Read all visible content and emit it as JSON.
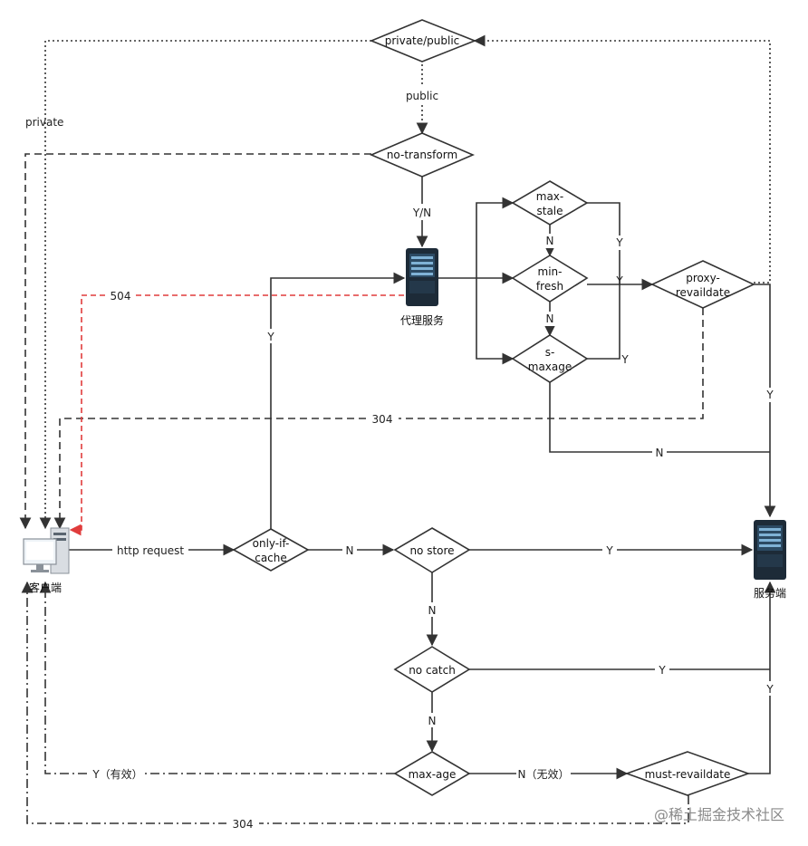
{
  "nodes": {
    "private_public": "private/public",
    "no_transform": "no-transform",
    "max_stale": [
      "max-",
      "stale"
    ],
    "min_fresh": [
      "min-",
      "fresh"
    ],
    "s_maxage": [
      "s-",
      "maxage"
    ],
    "proxy_revalidate": [
      "proxy-",
      "revaildate"
    ],
    "only_if_cache": [
      "only-if-",
      "cache"
    ],
    "no_store": "no store",
    "no_catch": "no catch",
    "max_age": "max-age",
    "must_revalidate": "must-revaildate"
  },
  "devices": {
    "proxy": "代理服务",
    "client": "客户端",
    "server": "服务端"
  },
  "edge_labels": {
    "public": "public",
    "private": "private",
    "yn": "Y/N",
    "c504": "504",
    "c304_top": "304",
    "c304_bottom": "304",
    "http_request": "http request",
    "y_only_cache": "Y",
    "n_only_cache": "N",
    "y_no_store": "Y",
    "n_no_store": "N",
    "y_no_catch": "Y",
    "n_no_catch": "N",
    "y_max_age": "Y（有效）",
    "n_max_age": "N（无效）",
    "y_must": "Y",
    "n_max_stale": "N",
    "n_min_fresh": "N",
    "y_max_stale": "Y",
    "y_min_fresh": "Y",
    "y_s_maxage": "Y",
    "y_proxy": "Y",
    "n_s_maxage": "N"
  },
  "watermark": "@稀土掘金技术社区",
  "colors": {
    "line": "#333333",
    "error": "#e03c3c",
    "device_dark": "#1d2b38",
    "device_screen": "#3a6d8f"
  }
}
